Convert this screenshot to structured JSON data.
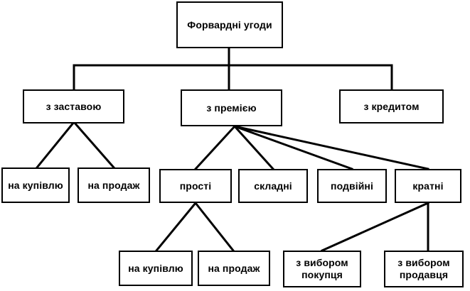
{
  "diagram": {
    "root": "Форвардні угоди",
    "pledge": "з заставою",
    "premium": "з премією",
    "credit": "з кредитом",
    "pledge_buy": "на купівлю",
    "pledge_sell": "на продаж",
    "simple": "прості",
    "complex": "складні",
    "double": "подвійні",
    "multiple": "кратні",
    "simple_buy": "на купівлю",
    "simple_sell": "на продаж",
    "buyer_choice": "з вибором\nпокупця",
    "seller_choice": "з вибором\nпродавця"
  }
}
